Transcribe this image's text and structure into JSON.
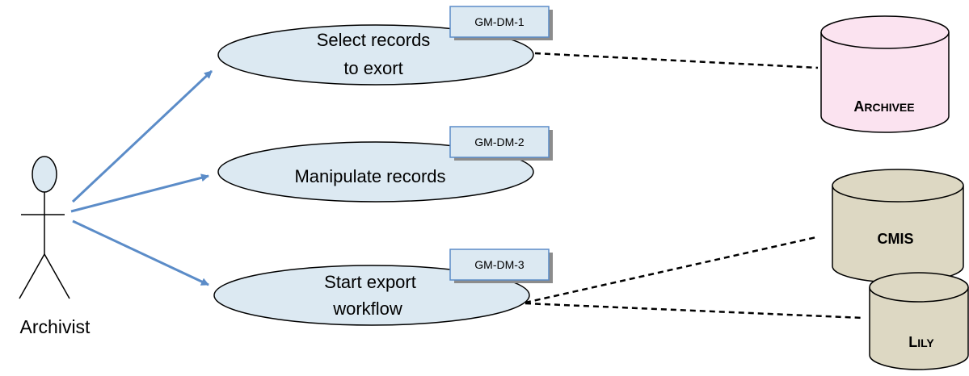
{
  "actor": {
    "name": "Archivist"
  },
  "use_cases": [
    {
      "id": "GM-DM-1",
      "lines": [
        "Select records",
        "to exort"
      ]
    },
    {
      "id": "GM-DM-2",
      "lines": [
        "Manipulate records"
      ]
    },
    {
      "id": "GM-DM-3",
      "lines": [
        "Start export",
        "workflow"
      ]
    }
  ],
  "databases": [
    {
      "cap": "A",
      "rest": "RCHIVEE",
      "color": "#fbe3f0"
    },
    {
      "cap": "CMIS",
      "rest": "",
      "color": "#ddd8c3"
    },
    {
      "cap": "L",
      "rest": "ILY",
      "color": "#ddd8c3"
    }
  ],
  "colors": {
    "use_case_fill": "#dce9f2",
    "arrow": "#5b8cc8",
    "tag_border": "#5b8cc8",
    "actor_head": "#dce9f2"
  }
}
